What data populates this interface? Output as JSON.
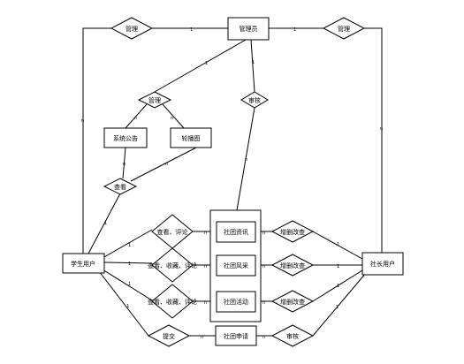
{
  "entities": {
    "admin": "管理员",
    "student": "学生用户",
    "society": "社长用户",
    "notice": "系统公告",
    "carousel": "轮播图",
    "club_info": "社团资讯",
    "club_style": "社团风采",
    "club_activity": "社团活动",
    "club_apply": "社团申请"
  },
  "relations": {
    "manage_left": "管理",
    "manage_right": "管理",
    "manage_mid": "管理",
    "audit_top": "审核",
    "view": "查看",
    "view_comment": "查看、评论",
    "view_fav_1": "查看、收藏、评论",
    "view_fav_2": "查看、收藏、评论",
    "publish_1": "增删改查",
    "publish_2": "增删改查",
    "publish_3": "增删改查",
    "submit": "提交",
    "audit_bottom": "审核"
  },
  "cardinalities": {
    "one": "1",
    "n": "n"
  }
}
